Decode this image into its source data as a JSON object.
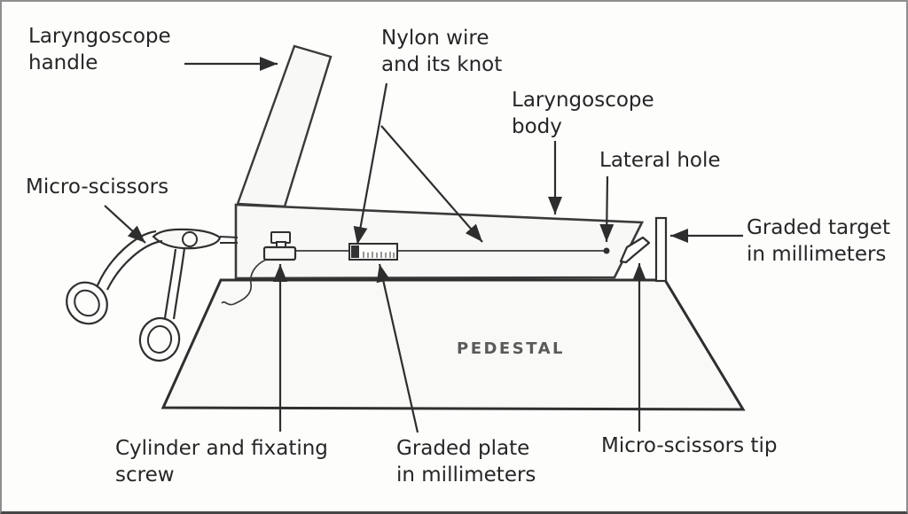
{
  "labels": {
    "laryngoscope_handle": {
      "lines": [
        "Laryngoscope",
        "handle"
      ]
    },
    "nylon_wire": {
      "lines": [
        "Nylon wire",
        "and its knot"
      ]
    },
    "laryngoscope_body": {
      "lines": [
        "Laryngoscope",
        "body"
      ]
    },
    "lateral_hole": {
      "lines": [
        "Lateral hole"
      ]
    },
    "graded_target": {
      "lines": [
        "Graded target",
        "in millimeters"
      ]
    },
    "micro_scissors": {
      "lines": [
        "Micro-scissors"
      ]
    },
    "cylinder_screw": {
      "lines": [
        "Cylinder and fixating",
        "screw"
      ]
    },
    "graded_plate": {
      "lines": [
        "Graded plate",
        "in millimeters"
      ]
    },
    "micro_scissors_tip": {
      "lines": [
        "Micro-scissors tip"
      ]
    },
    "pedestal": {
      "text": "PEDESTAL"
    }
  },
  "colors": {
    "ink": "#2e2e2e",
    "shape_fill": "#f8f8f6",
    "background": "#fdfdfc",
    "border": "#8f8f8f",
    "pedestal_text": "#5a5a5a"
  }
}
